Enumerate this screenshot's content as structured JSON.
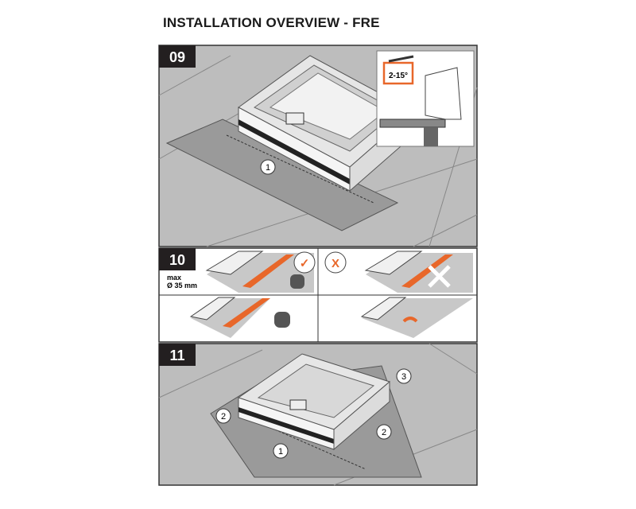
{
  "title": "INSTALLATION OVERVIEW - FRE",
  "steps": [
    {
      "number": "09",
      "callouts": [
        "1"
      ],
      "angle_label": "2-15°"
    },
    {
      "number": "10",
      "note_line1": "max",
      "note_line2": "Ø 35 mm",
      "correct_mark": "✓",
      "wrong_mark": "X"
    },
    {
      "number": "11",
      "callouts": [
        "1",
        "2",
        "2",
        "3"
      ]
    }
  ],
  "colors": {
    "accent": "#e8672a",
    "dark": "#231f20",
    "roof": "#bdbdbd"
  }
}
